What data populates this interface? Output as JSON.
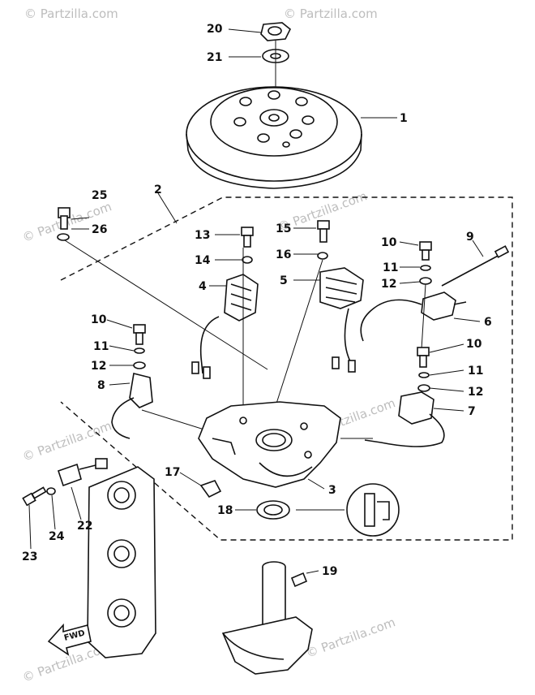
{
  "watermark": "© Partzilla.com",
  "fwd_label": "FWD",
  "callouts": [
    {
      "id": "c20",
      "label": "20"
    },
    {
      "id": "c21",
      "label": "21"
    },
    {
      "id": "c1",
      "label": "1"
    },
    {
      "id": "c2",
      "label": "2"
    },
    {
      "id": "c25",
      "label": "25"
    },
    {
      "id": "c26",
      "label": "26"
    },
    {
      "id": "c13",
      "label": "13"
    },
    {
      "id": "c15",
      "label": "15"
    },
    {
      "id": "c10a",
      "label": "10"
    },
    {
      "id": "c9",
      "label": "9"
    },
    {
      "id": "c14",
      "label": "14"
    },
    {
      "id": "c16",
      "label": "16"
    },
    {
      "id": "c11a",
      "label": "11"
    },
    {
      "id": "c12a",
      "label": "12"
    },
    {
      "id": "c4",
      "label": "4"
    },
    {
      "id": "c5",
      "label": "5"
    },
    {
      "id": "c6",
      "label": "6"
    },
    {
      "id": "c10b",
      "label": "10"
    },
    {
      "id": "c11b",
      "label": "11"
    },
    {
      "id": "c12b",
      "label": "12"
    },
    {
      "id": "c8",
      "label": "8"
    },
    {
      "id": "c10c",
      "label": "10"
    },
    {
      "id": "c11c",
      "label": "11"
    },
    {
      "id": "c12c",
      "label": "12"
    },
    {
      "id": "c7",
      "label": "7"
    },
    {
      "id": "c17",
      "label": "17"
    },
    {
      "id": "c3",
      "label": "3"
    },
    {
      "id": "c18a",
      "label": "18"
    },
    {
      "id": "c22",
      "label": "22"
    },
    {
      "id": "c24",
      "label": "24"
    },
    {
      "id": "c23",
      "label": "23"
    },
    {
      "id": "c19",
      "label": "19"
    }
  ]
}
